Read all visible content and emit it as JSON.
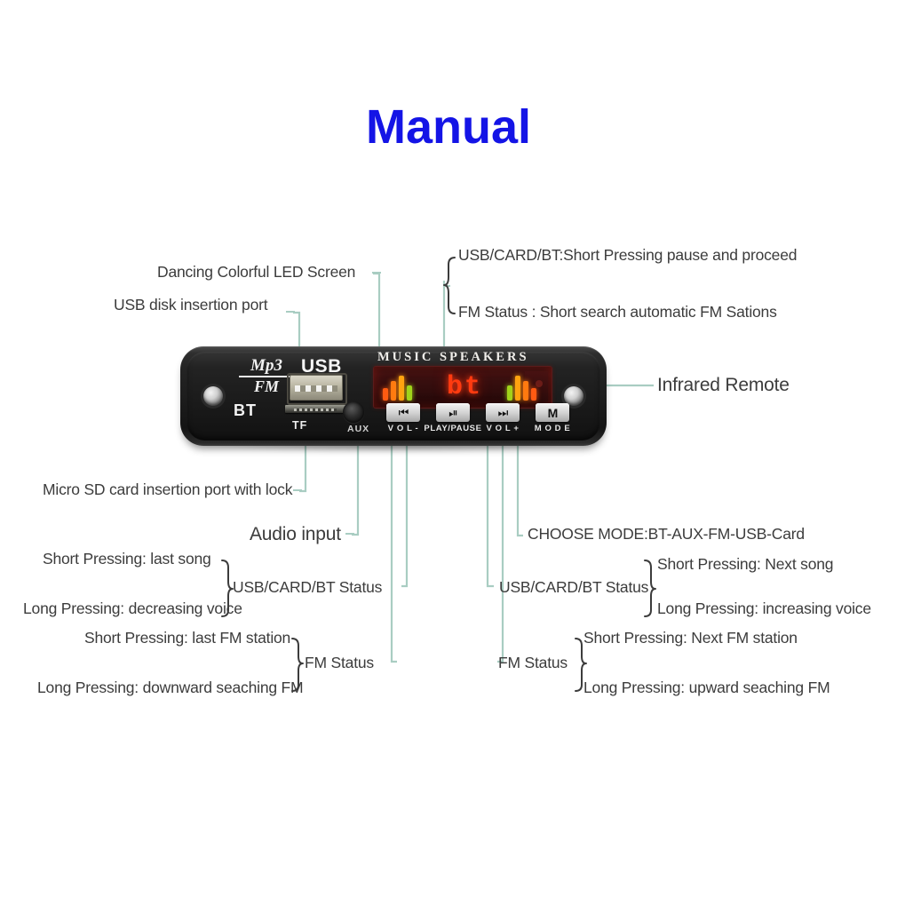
{
  "page": {
    "title": "Manual",
    "title_color": "#1414e6",
    "background": "#ffffff",
    "leader_color": "#a9cdc2",
    "text_color": "#3c3c3c"
  },
  "annotations": {
    "led_screen": "Dancing Colorful LED Screen",
    "usb_port": "USB disk insertion port",
    "playpause_usb": "USB/CARD/BT:Short Pressing pause and proceed",
    "playpause_fm": "FM Status : Short search automatic FM Sations",
    "infrared_remote": "Infrared Remote",
    "micro_sd": "Micro SD card insertion port with lock",
    "audio_input": "Audio input",
    "choose_mode": "CHOOSE MODE:BT-AUX-FM-USB-Card"
  },
  "vol_minus": {
    "usb_status_label": "USB/CARD/BT Status",
    "usb_short": "Short Pressing: last song",
    "usb_long": "Long Pressing: decreasing voice",
    "fm_status_label": "FM Status",
    "fm_short": "Short Pressing: last FM station",
    "fm_long": "Long Pressing: downward seaching FM"
  },
  "vol_plus": {
    "usb_status_label": "USB/CARD/BT Status",
    "usb_short": "Short Pressing: Next song",
    "usb_long": "Long Pressing: increasing voice",
    "fm_status_label": "FM Status",
    "fm_short": "Short Pressing: Next FM station",
    "fm_long": "Long Pressing: upward seaching FM"
  },
  "board": {
    "brand_top": "Mp3",
    "brand_bottom": "FM",
    "usb_label": "USB",
    "bt_label": "BT",
    "tf_label": "TF",
    "aux_label": "AUX",
    "screen_banner": "MUSIC  SPEAKERS",
    "display_value": "bt",
    "buttons": [
      {
        "caption": "V O L -",
        "glyph": "⏮"
      },
      {
        "caption": "PLAY/PAUSE",
        "glyph": "⏯"
      },
      {
        "caption": "V O L +",
        "glyph": "⏭"
      },
      {
        "caption": "M O D E",
        "glyph": "M"
      }
    ]
  }
}
